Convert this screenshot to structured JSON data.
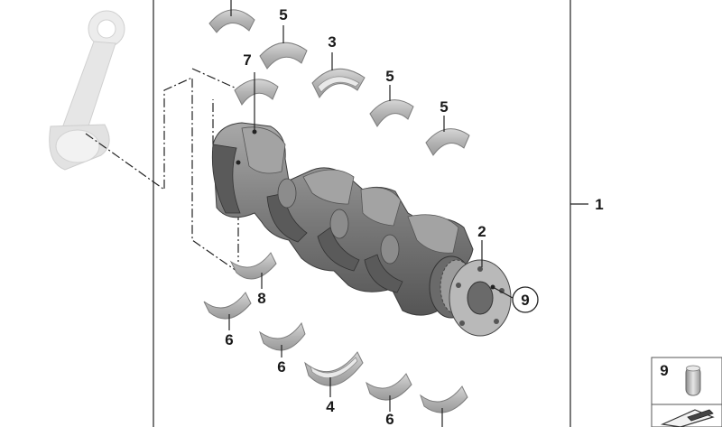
{
  "callouts": {
    "c1": "1",
    "c2": "2",
    "c3": "3",
    "c4": "4",
    "c5a": "5",
    "c5b": "5",
    "c5c": "5",
    "c6a": "6",
    "c6b": "6",
    "c6c": "6",
    "c7": "7",
    "c8": "8",
    "c9": "9"
  },
  "legend": {
    "part_number": "9"
  },
  "colors": {
    "line": "#222222",
    "shell": "#bdbdbd",
    "crankshaft": "#7a7a7a",
    "ghost_part": "#e0e0e0"
  }
}
